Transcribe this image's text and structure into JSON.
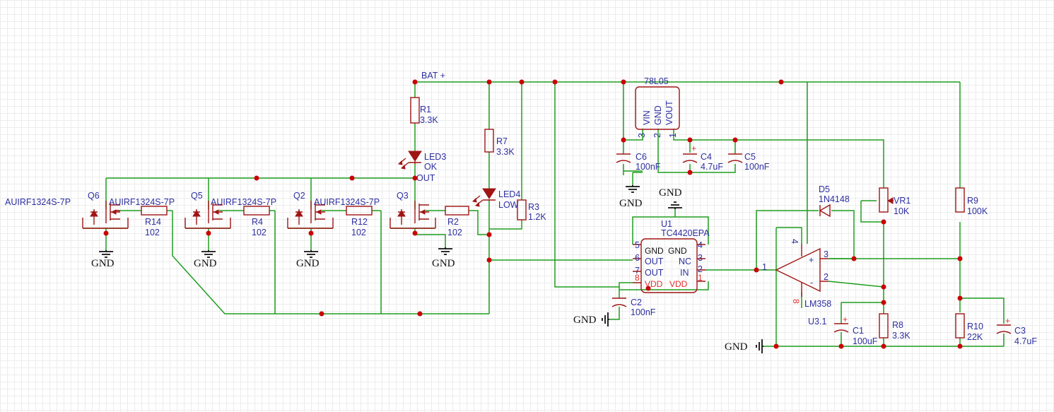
{
  "net_labels": {
    "bat": "BAT +",
    "out": "OUT",
    "gnd": "GND"
  },
  "mosfets": [
    {
      "ref": "Q6",
      "part": "AUIRF1324S-7P"
    },
    {
      "ref": "Q5",
      "part": "AUIRF1324S-7P"
    },
    {
      "ref": "Q2",
      "part": "AUIRF1324S-7P"
    },
    {
      "ref": "Q3",
      "part": "AUIRF1324S-7P"
    }
  ],
  "resistors": {
    "R1": {
      "ref": "R1",
      "value": "3.3K"
    },
    "R7": {
      "ref": "R7",
      "value": "3.3K"
    },
    "R3": {
      "ref": "R3",
      "value": "1.2K"
    },
    "R2": {
      "ref": "R2",
      "value": "102"
    },
    "R12": {
      "ref": "R12",
      "value": "102"
    },
    "R4": {
      "ref": "R4",
      "value": "102"
    },
    "R14": {
      "ref": "R14",
      "value": "102"
    },
    "R8": {
      "ref": "R8",
      "value": "3.3K"
    },
    "R9": {
      "ref": "R9",
      "value": "100K"
    },
    "R10": {
      "ref": "R10",
      "value": "22K"
    },
    "VR1": {
      "ref": "VR1",
      "value": "10K"
    }
  },
  "capacitors": {
    "C6": {
      "ref": "C6",
      "value": "100nF"
    },
    "C4": {
      "ref": "C4",
      "value": "4.7uF"
    },
    "C5": {
      "ref": "C5",
      "value": "100nF"
    },
    "C2": {
      "ref": "C2",
      "value": "100nF"
    },
    "C1": {
      "ref": "C1",
      "value": "100uF"
    },
    "C3": {
      "ref": "C3",
      "value": "4.7uF"
    }
  },
  "leds": {
    "LED3": {
      "ref": "LED3",
      "value": "OK"
    },
    "LED4": {
      "ref": "LED4",
      "value": "LOW"
    }
  },
  "diode": {
    "ref": "D5",
    "part": "1N4148"
  },
  "regulator": {
    "part": "78L05",
    "pins": [
      "VIN",
      "GND",
      "VOUT"
    ],
    "pin_numbers": [
      "3",
      "2",
      "1"
    ]
  },
  "driver": {
    "ref": "U1",
    "part": "TC4420EPA",
    "pins_left": [
      "GND",
      "OUT",
      "OUT",
      "VDD"
    ],
    "pins_right": [
      "GND",
      "NC",
      "IN",
      "VDD"
    ],
    "nums_left": [
      "5",
      "6",
      "7",
      "8"
    ],
    "nums_right": [
      "4",
      "3",
      "2",
      "1"
    ]
  },
  "opamp": {
    "ref": "U3.1",
    "part": "LM358",
    "pin_out": "1",
    "pin_plus": "3",
    "pin_minus": "2",
    "pin_v_plus": "4",
    "pin_v_minus": "8",
    "plus_sign": "+",
    "minus_sign": "-"
  },
  "polarity_mark": "+",
  "colors": {
    "wire": "#1e9e1e",
    "component": "#a01414",
    "label": "#2e2fa0",
    "pin_number": "#e53030",
    "junction": "#cc0000"
  }
}
